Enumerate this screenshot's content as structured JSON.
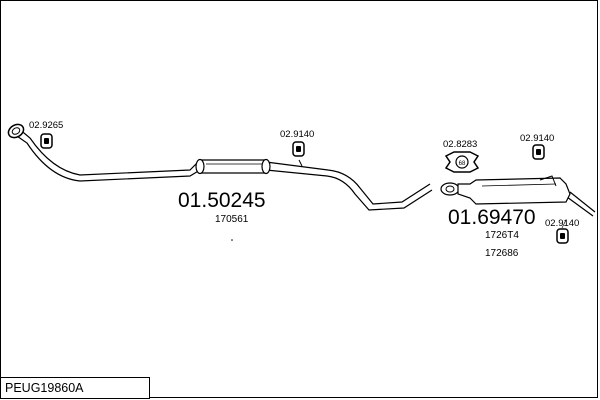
{
  "diagram": {
    "reference": "PEUG19860A",
    "parts": {
      "front_clamp_code": "02.9265",
      "mid_hanger_code": "02.9140",
      "rear_clamp_code": "02.8283",
      "rear_hanger_top_code": "02.9140",
      "rear_hanger_bottom_code": "02.9140",
      "middle_silencer_number": "01.50245",
      "middle_silencer_oe": "170561",
      "rear_silencer_number": "01.69470",
      "rear_silencer_oe_1": "1726T4",
      "rear_silencer_oe_2": "172686"
    },
    "icons": {
      "clamp_glyph": "68",
      "hanger_glyph": "H"
    }
  }
}
